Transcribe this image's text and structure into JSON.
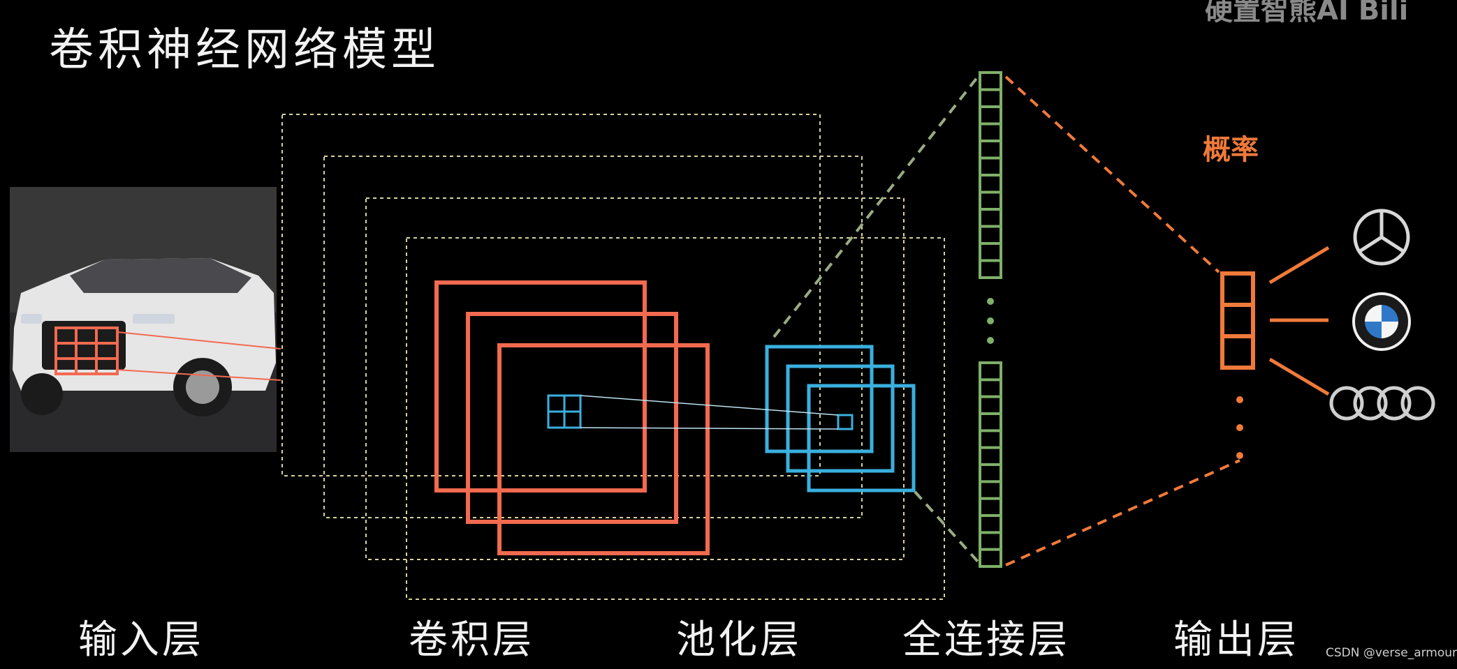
{
  "title": "卷积神经网络模型",
  "watermark": "硬置智熊AI Bili",
  "probability_label": "概率",
  "layers": {
    "input": "输入层",
    "conv": "卷积层",
    "pool": "池化层",
    "fc": "全连接层",
    "output": "输出层"
  },
  "credit": "CSDN @verse_armour",
  "colors": {
    "conv": "#f26a50",
    "pool": "#3ab0de",
    "fc": "#7fb069",
    "output": "#f07a3a",
    "dashed_frame": "#d9d39a",
    "background": "#000000"
  },
  "outputs": [
    "mercedes-benz-logo",
    "bmw-logo",
    "audi-logo"
  ]
}
